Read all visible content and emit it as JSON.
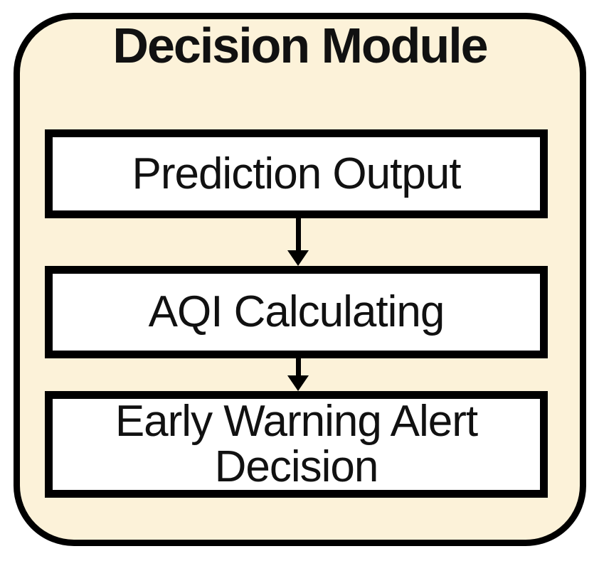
{
  "title": "Decision Module",
  "steps": [
    {
      "label": "Prediction Output"
    },
    {
      "label": "AQI Calculating"
    },
    {
      "label": "Early Warning Alert Decision"
    }
  ],
  "colors": {
    "page_bg": "#FFFFFF",
    "panel_bg": "#FCF2D9",
    "stroke": "#000000",
    "box_bg": "#FFFFFF",
    "text": "#111111"
  }
}
